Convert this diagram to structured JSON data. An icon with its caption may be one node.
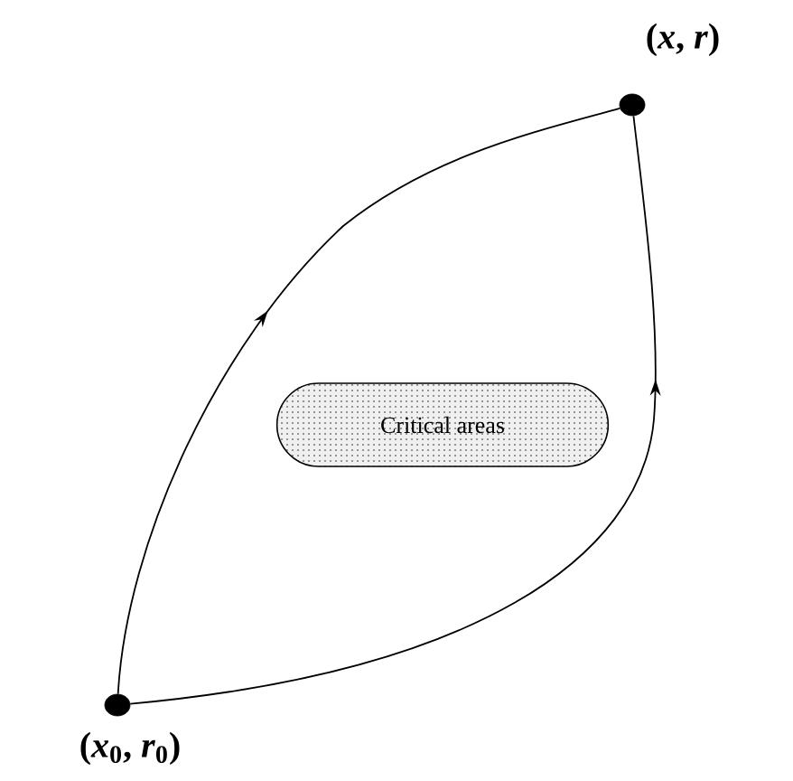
{
  "diagram": {
    "nodes": [
      {
        "text": [],
        "shape": "circle",
        "beside": [
          "(*x*, *r*)"
        ]
      },
      {
        "text": [
          "Critical areas"
        ]
      },
      {
        "text": [],
        "shape": "circle",
        "beside": [
          "(*x*$_{0}$, *r*$_{0}$)"
        ]
      }
    ],
    "edges": [
      {
        "from": 2,
        "to": 0,
        "arrow": "to"
      },
      {
        "from": 2,
        "to": 0,
        "arrow": "to"
      }
    ]
  }
}
